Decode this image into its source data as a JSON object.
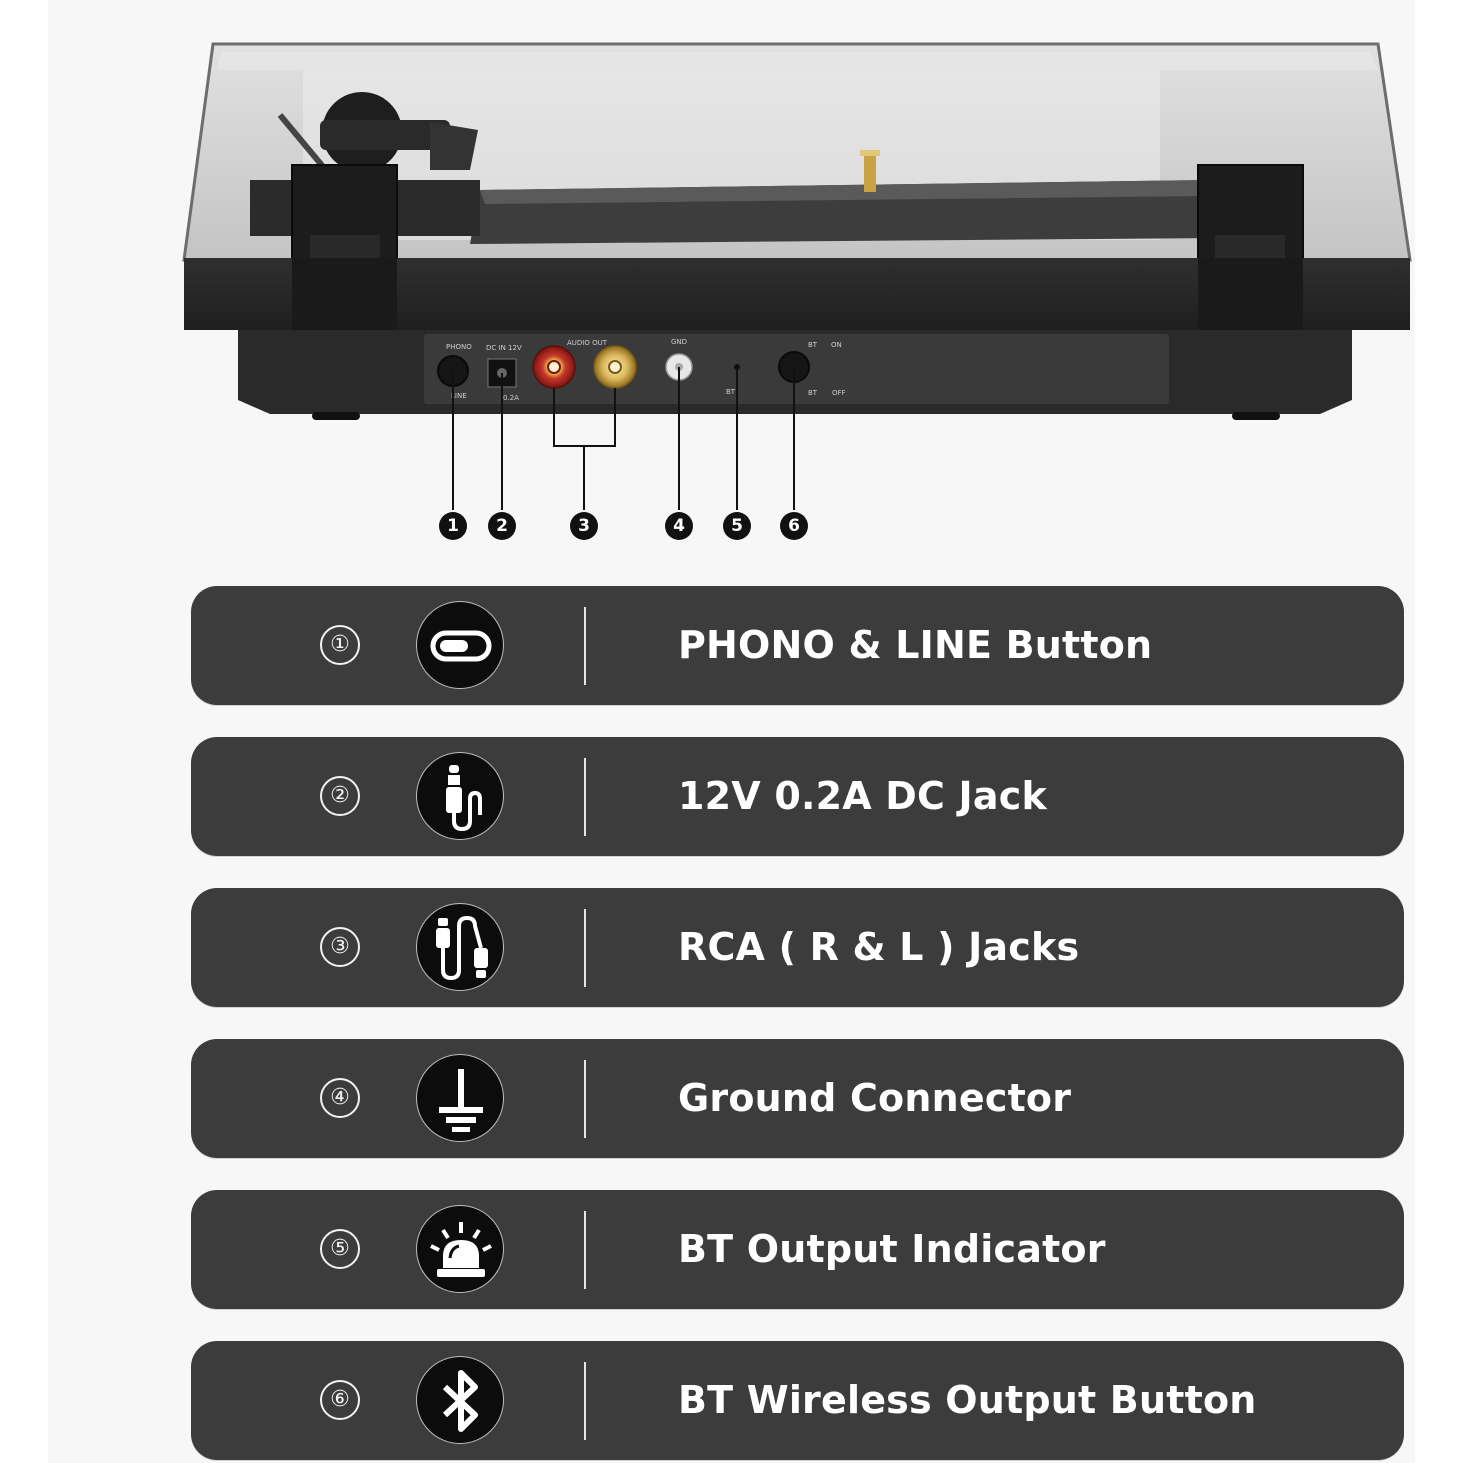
{
  "product_labels": {
    "phono": "PHONO",
    "line": "LINE",
    "dc_in": "DC IN 12V",
    "current": "0.2A",
    "audio_out": "AUDIO OUT",
    "gnd": "GND",
    "bt": "BT",
    "bt_on": "ON",
    "bt_off": "OFF"
  },
  "callouts": [
    "1",
    "2",
    "3",
    "4",
    "5",
    "6"
  ],
  "features": [
    {
      "number": "①",
      "icon": "toggle-switch-icon",
      "label": "PHONO & LINE Button"
    },
    {
      "number": "②",
      "icon": "audio-plug-icon",
      "label": "12V 0.2A DC Jack"
    },
    {
      "number": "③",
      "icon": "rca-cable-icon",
      "label": "RCA ( R & L ) Jacks"
    },
    {
      "number": "④",
      "icon": "ground-icon",
      "label": "Ground Connector"
    },
    {
      "number": "⑤",
      "icon": "indicator-light-icon",
      "label": "BT Output Indicator"
    },
    {
      "number": "⑥",
      "icon": "bluetooth-icon",
      "label": "BT Wireless Output Button"
    }
  ],
  "colors": {
    "row_background": "#3c3c3c",
    "rca_red": "#c8362b",
    "rca_gold": "#d9b65a"
  }
}
